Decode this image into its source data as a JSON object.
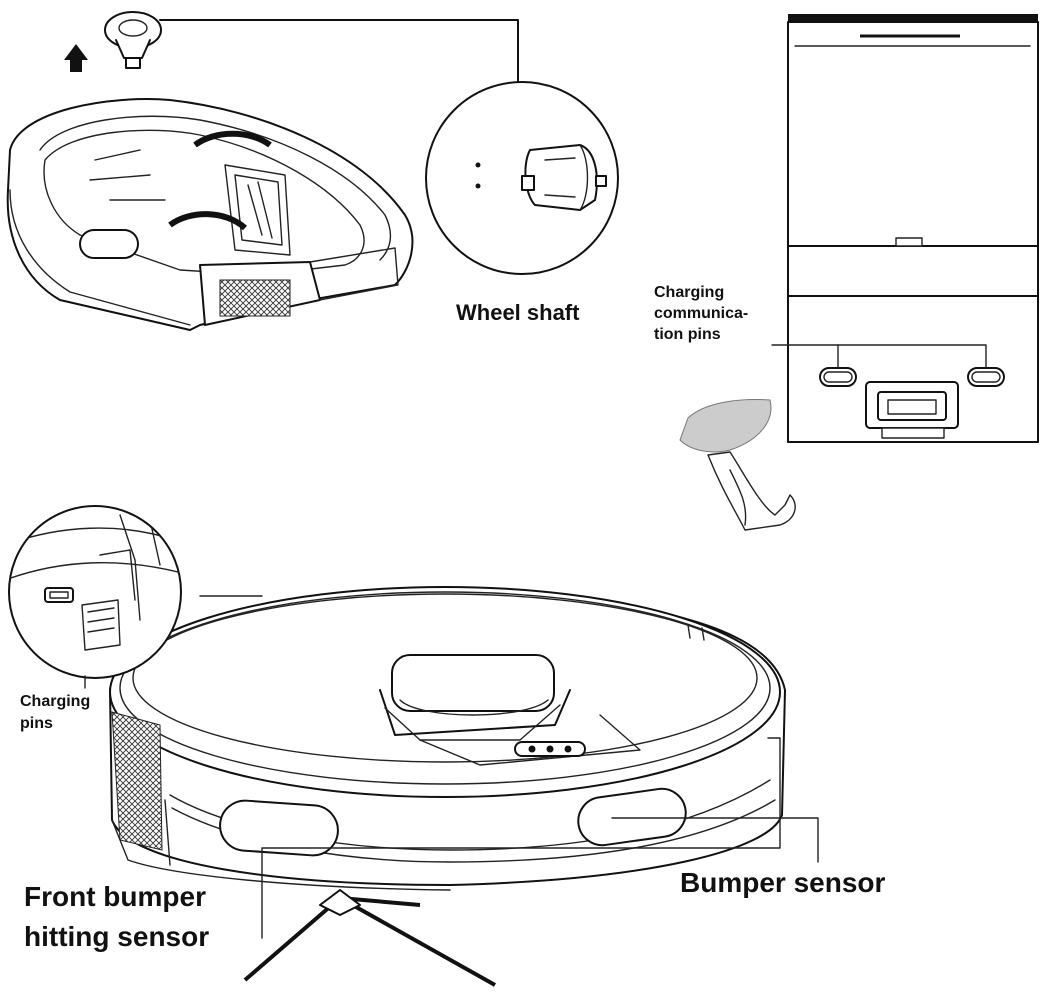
{
  "labels": {
    "wheel_shaft": "Wheel shaft",
    "charging_comm_pins": [
      "Charging",
      "communica-",
      "tion pins"
    ],
    "charging_pins": [
      "Charging",
      "pins"
    ],
    "front_bumper_sensor": [
      "Front bumper",
      "hitting sensor"
    ],
    "bumper_sensor": "Bumper sensor"
  }
}
